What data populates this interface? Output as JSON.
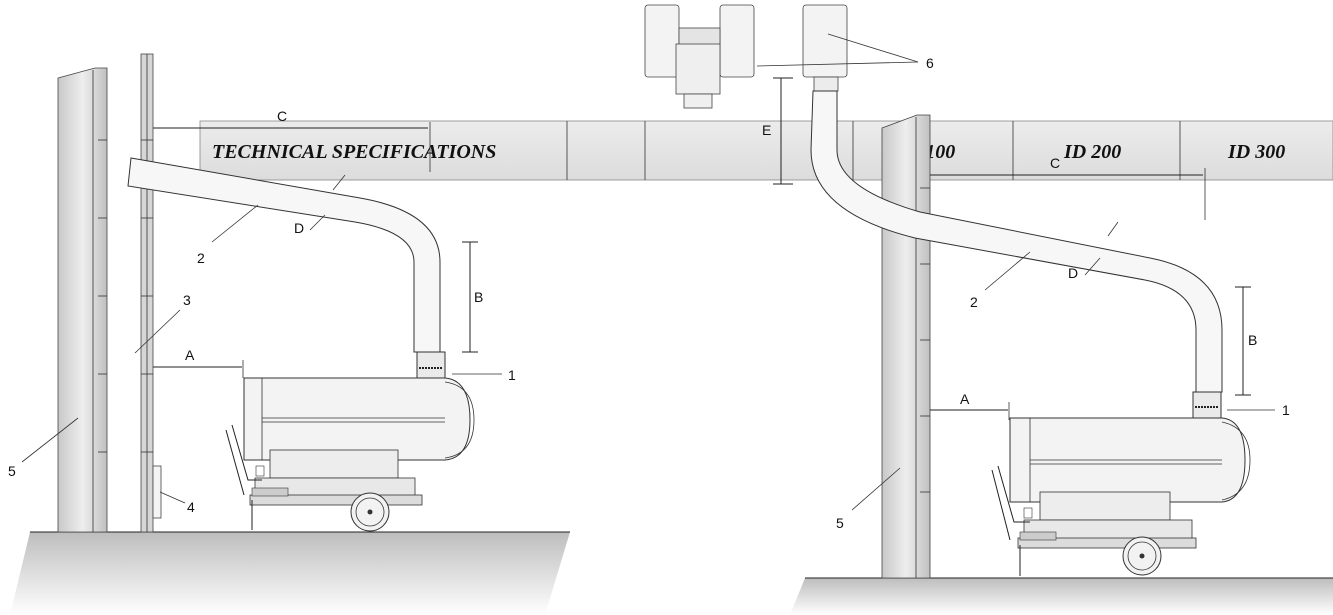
{
  "header": {
    "title": "TECHNICAL SPECIFICATIONS",
    "col1": "ID 100",
    "col2": "ID 200",
    "col3": "ID 300"
  },
  "left_diagram": {
    "labels": {
      "heater": "1",
      "duct": "2",
      "wall": "3",
      "vent": "4",
      "outer_wall": "5",
      "dim_a": "A",
      "dim_b": "B",
      "dim_c": "C",
      "dim_d": "D"
    }
  },
  "right_diagram": {
    "labels": {
      "heater": "1",
      "duct": "2",
      "outer_wall": "5",
      "chimney": "6",
      "dim_a": "A",
      "dim_b": "B",
      "dim_c": "C",
      "dim_d": "D",
      "dim_e": "E"
    }
  },
  "colors": {
    "header_fill": "#e6e6e6",
    "wall_fill": "#d4d4d4",
    "ground": "#bdbdbd",
    "line": "#222222"
  }
}
